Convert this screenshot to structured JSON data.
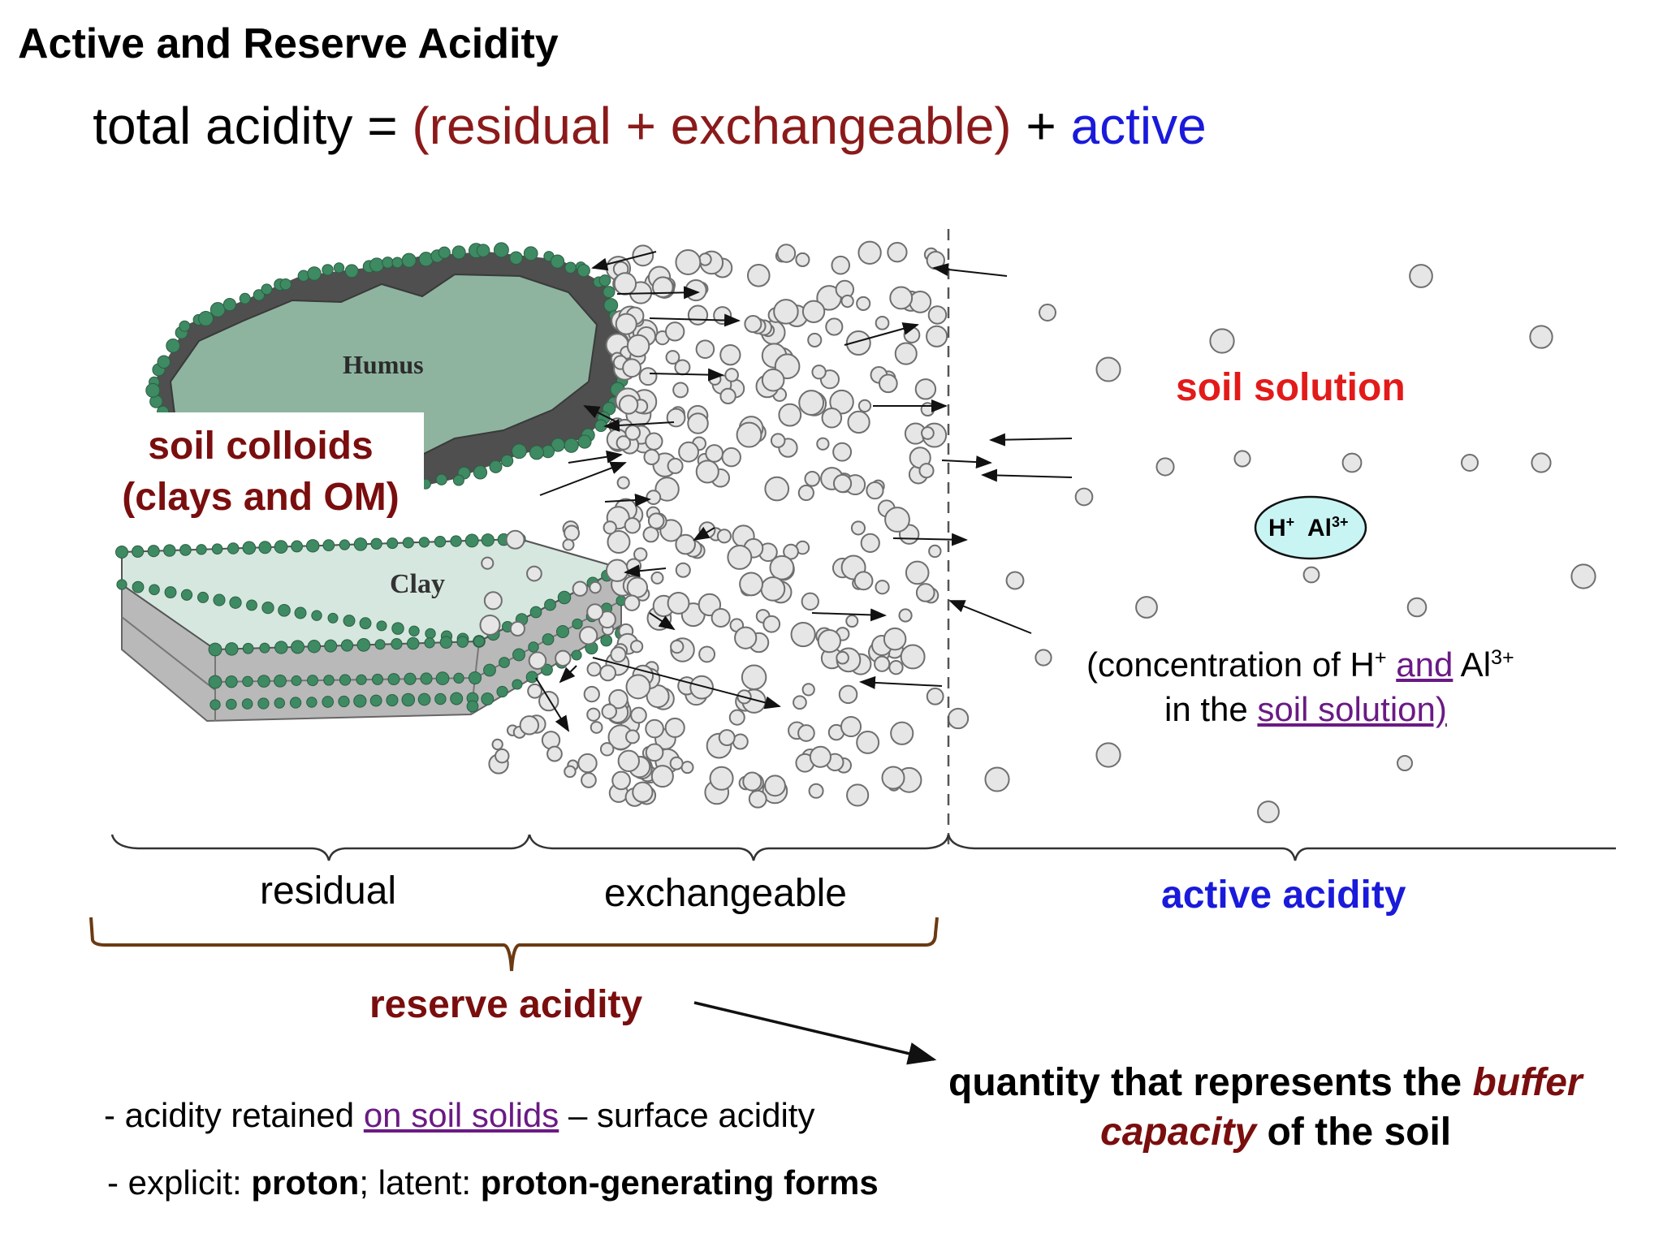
{
  "title": "Active and Reserve Acidity",
  "equation": {
    "lhs": "total acidity = ",
    "open": "(residual  +  exchangeable)",
    "plus": " +  ",
    "active": "active"
  },
  "figure": {
    "humus_label": "Humus",
    "clay_label": "Clay",
    "colloids_line1": "soil colloids",
    "colloids_line2": "(clays and OM)",
    "soil_solution": "soil solution",
    "ion_h": "H",
    "ion_h_sup": "+",
    "ion_al": "Al",
    "ion_al_sup": "3+",
    "conc_a": "(concentration of H",
    "conc_a_sup": "+",
    "conc_and": "and",
    "conc_al": " Al",
    "conc_al_sup": "3+",
    "conc_b": "in the ",
    "conc_link": "soil solution)",
    "colors": {
      "humus": "#8eb4a0",
      "clay_top": "#d5e6df",
      "clay_side": "#bdbdbd",
      "beads": "#3e8a62",
      "dark_rim": "#4a4a4a",
      "bubble": "#e6e6e6"
    }
  },
  "braces": {
    "residual": "residual",
    "exchangeable": "exchangeable",
    "active": "active acidity",
    "reserve": "reserve acidity",
    "reserve_color": "#6b3a12"
  },
  "buffer": {
    "pre": "quantity that represents the ",
    "buffer_word": "buffer",
    "capacity_word": "capacity",
    "post": " of the soil"
  },
  "notes": {
    "line1_pre": "- acidity retained ",
    "line1_link": "on soil solids",
    "line1_post": " – surface acidity",
    "line2_a": "- explicit:  ",
    "line2_b": "proton",
    "line2_c": ";      latent: ",
    "line2_d": "proton-generating forms"
  }
}
